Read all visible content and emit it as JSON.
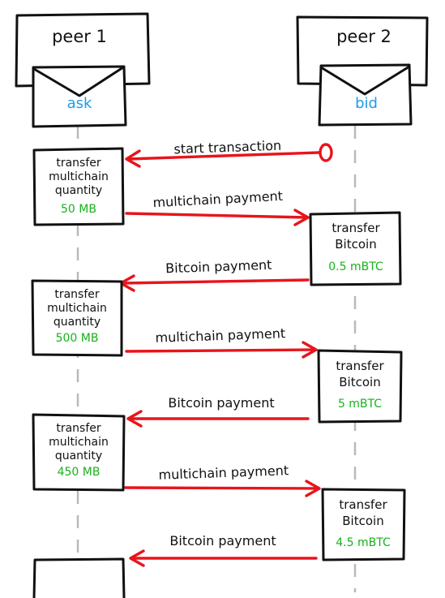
{
  "peers": [
    {
      "name": "peer 1",
      "role": "ask"
    },
    {
      "name": "peer 2",
      "role": "bid"
    }
  ],
  "colors": {
    "role": "#1f9be8",
    "amount": "#17b21a",
    "arrow": "#e8141c",
    "ink": "#111111",
    "lifeline": "#b9b9b9"
  },
  "messages": [
    {
      "label": "start transaction",
      "direction": "to-peer-1"
    },
    {
      "label": "multichain payment",
      "direction": "to-peer-2"
    },
    {
      "label": "Bitcoin payment",
      "direction": "to-peer-1"
    },
    {
      "label": "multichain payment",
      "direction": "to-peer-2"
    },
    {
      "label": "Bitcoin payment",
      "direction": "to-peer-1"
    },
    {
      "label": "multichain payment",
      "direction": "to-peer-2"
    },
    {
      "label": "Bitcoin payment",
      "direction": "to-peer-1"
    }
  ],
  "peer1_activities": [
    {
      "lines": [
        "transfer",
        "multichain",
        "quantity"
      ],
      "amount": "50 MB"
    },
    {
      "lines": [
        "transfer",
        "multichain",
        "quantity"
      ],
      "amount": "500 MB"
    },
    {
      "lines": [
        "transfer",
        "multichain",
        "quantity"
      ],
      "amount": "450 MB"
    }
  ],
  "peer2_activities": [
    {
      "lines": [
        "transfer",
        "Bitcoin"
      ],
      "amount": "0.5 mBTC"
    },
    {
      "lines": [
        "transfer",
        "Bitcoin"
      ],
      "amount": "5 mBTC"
    },
    {
      "lines": [
        "transfer",
        "Bitcoin"
      ],
      "amount": "4.5 mBTC"
    }
  ]
}
